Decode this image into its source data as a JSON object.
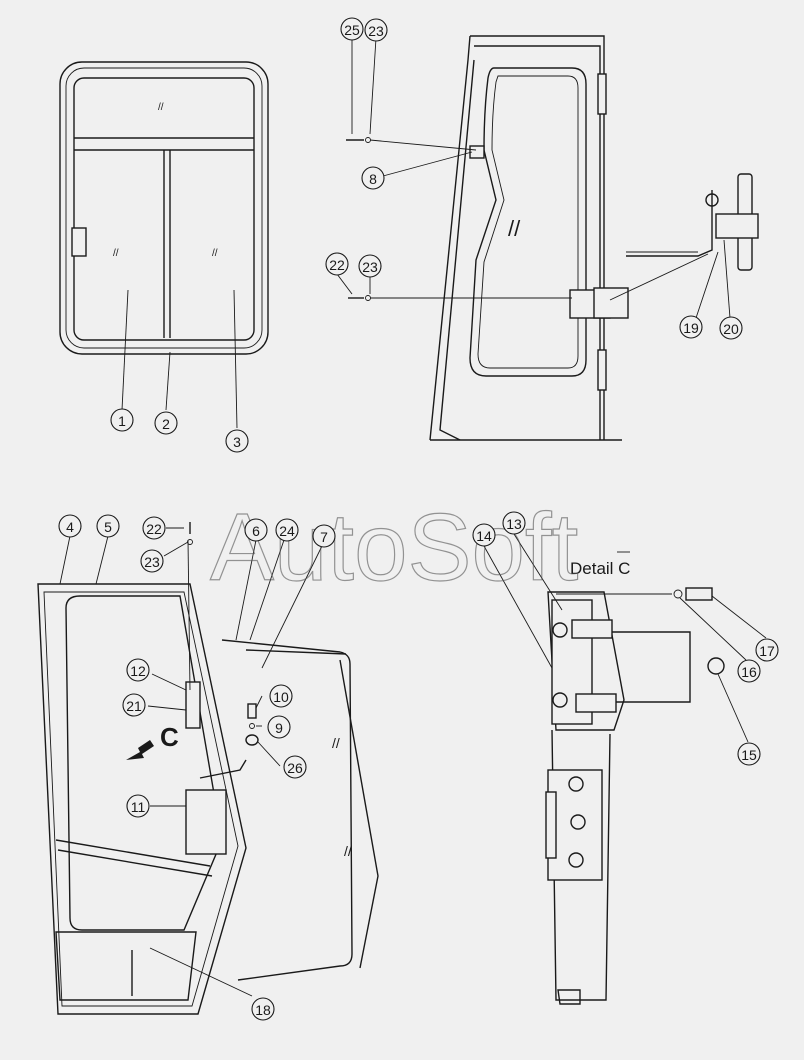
{
  "watermark": "AutoSoft",
  "detail_label": "Detail C",
  "view_arrow_label": "C",
  "callouts": [
    {
      "id": "c1",
      "label": "1"
    },
    {
      "id": "c2",
      "label": "2"
    },
    {
      "id": "c3",
      "label": "3"
    },
    {
      "id": "c25",
      "label": "25"
    },
    {
      "id": "c23a",
      "label": "23"
    },
    {
      "id": "c8",
      "label": "8"
    },
    {
      "id": "c22a",
      "label": "22"
    },
    {
      "id": "c23b",
      "label": "23"
    },
    {
      "id": "c19",
      "label": "19"
    },
    {
      "id": "c20",
      "label": "20"
    },
    {
      "id": "c4",
      "label": "4"
    },
    {
      "id": "c5",
      "label": "5"
    },
    {
      "id": "c22b",
      "label": "22"
    },
    {
      "id": "c23c",
      "label": "23"
    },
    {
      "id": "c6",
      "label": "6"
    },
    {
      "id": "c24",
      "label": "24"
    },
    {
      "id": "c7",
      "label": "7"
    },
    {
      "id": "c12",
      "label": "12"
    },
    {
      "id": "c21",
      "label": "21"
    },
    {
      "id": "c10",
      "label": "10"
    },
    {
      "id": "c9",
      "label": "9"
    },
    {
      "id": "c26",
      "label": "26"
    },
    {
      "id": "c11",
      "label": "11"
    },
    {
      "id": "c18",
      "label": "18"
    },
    {
      "id": "c14",
      "label": "14"
    },
    {
      "id": "c13",
      "label": "13"
    },
    {
      "id": "c17",
      "label": "17"
    },
    {
      "id": "c16",
      "label": "16"
    },
    {
      "id": "c15",
      "label": "15"
    }
  ]
}
